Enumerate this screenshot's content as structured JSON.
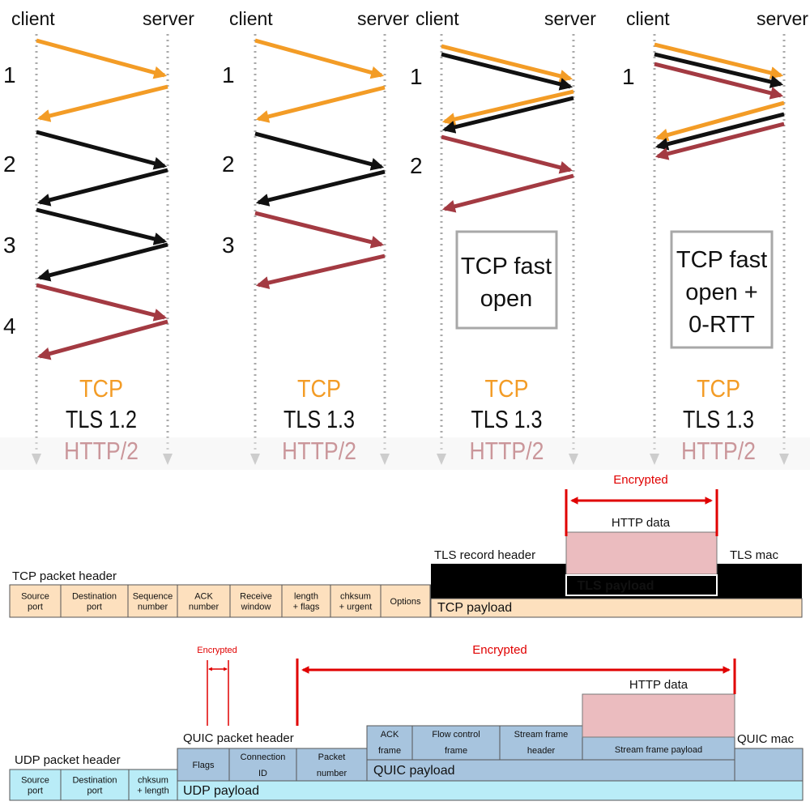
{
  "colors": {
    "tcp": "#f39c26",
    "tls": "#111111",
    "http": "#a33a42",
    "beige": "#fde0be",
    "blue": "#a7c4de",
    "cyan": "#b9ecf7",
    "pink": "#ebbcbf",
    "red": "#e00000",
    "dotted": "#a9a9a9"
  },
  "handshake": {
    "client_label": "client",
    "server_label": "server",
    "panels": [
      {
        "steps": [
          "1",
          "2",
          "3",
          "4"
        ],
        "stack": [
          "TCP",
          "TLS 1.2",
          "HTTP/2"
        ],
        "note": ""
      },
      {
        "steps": [
          "1",
          "2",
          "3"
        ],
        "stack": [
          "TCP",
          "TLS 1.3",
          "HTTP/2"
        ],
        "note": ""
      },
      {
        "steps": [
          "1",
          "2"
        ],
        "stack": [
          "TCP",
          "TLS 1.3",
          "HTTP/2"
        ],
        "note": [
          "TCP fast",
          "open"
        ]
      },
      {
        "steps": [
          "1"
        ],
        "stack": [
          "TCP",
          "TLS 1.3",
          "HTTP/2"
        ],
        "note": [
          "TCP fast",
          "open +",
          "0-RTT"
        ]
      }
    ]
  },
  "tcp_packet": {
    "header_label": "TCP packet header",
    "fields": [
      [
        "Source",
        "port"
      ],
      [
        "Destination",
        "port"
      ],
      [
        "Sequence",
        "number"
      ],
      [
        "ACK",
        "number"
      ],
      [
        "Receive",
        "window"
      ],
      [
        "length",
        "+ flags"
      ],
      [
        "chksum",
        "+ urgent"
      ],
      [
        "Options"
      ]
    ],
    "payload_label": "TCP payload",
    "tls_record_header": "TLS record header",
    "tls_payload": "TLS payload",
    "tls_mac": "TLS mac",
    "http_data": "HTTP data",
    "encrypted": "Encrypted"
  },
  "quic_packet": {
    "udp_header_label": "UDP packet header",
    "udp_fields": [
      [
        "Source",
        "port"
      ],
      [
        "Destination",
        "port"
      ],
      [
        "chksum",
        "+ length"
      ]
    ],
    "udp_payload": "UDP payload",
    "quic_header_label": "QUIC packet header",
    "quic_fields": [
      [
        "Flags"
      ],
      [
        "Connection",
        "ID"
      ],
      [
        "Packet",
        "number"
      ]
    ],
    "quic_payload": "QUIC payload",
    "frames": [
      [
        "ACK",
        "frame"
      ],
      [
        "Flow control",
        "frame"
      ],
      [
        "Stream frame",
        "header"
      ]
    ],
    "stream_payload": "Stream frame payload",
    "quic_mac": "QUIC mac",
    "http_data": "HTTP data",
    "encrypted_small": "Encrypted",
    "encrypted_big": "Encrypted"
  }
}
